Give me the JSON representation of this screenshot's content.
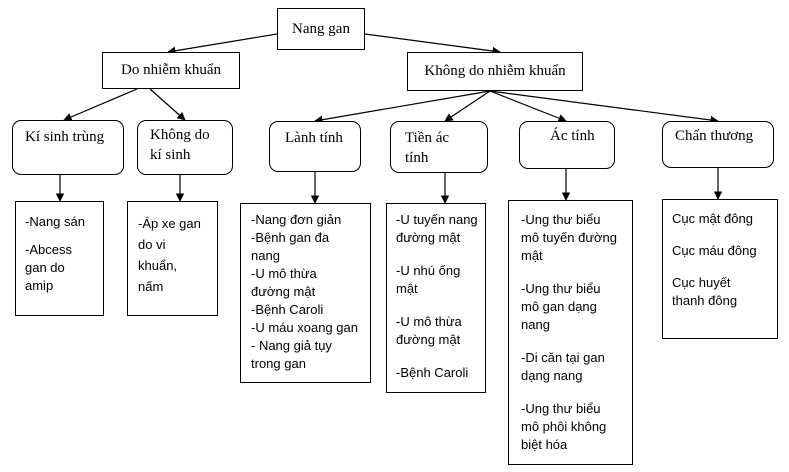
{
  "root": {
    "label": "Nang gan"
  },
  "groups": {
    "infectious": {
      "label": "Do nhiễm khuẩn"
    },
    "non_infectious": {
      "label": "Không do nhiễm khuẩn"
    }
  },
  "categories": {
    "parasite": {
      "label": "Kí sinh trùng"
    },
    "non_parasite": {
      "line1": "Không do",
      "line2": "kí sinh"
    },
    "benign": {
      "label": "Lành tính"
    },
    "premalignant": {
      "line1": "Tiền ác",
      "line2": "tính"
    },
    "malignant": {
      "label": "Ác tính"
    },
    "trauma": {
      "label": "Chấn  thương"
    }
  },
  "leaves": {
    "parasite": [
      "-Nang sán",
      "",
      "-Abcess",
      "gan do",
      "amip"
    ],
    "non_parasite": [
      "-Áp xe gan",
      "do vi",
      "khuẩn,",
      "nấm"
    ],
    "benign": [
      "-Nang đơn giản",
      "-Bệnh gan đa",
      "nang",
      "-U mô thừa",
      "đường mật",
      "-Bệnh Caroli",
      "-U máu xoang gan",
      "- Nang giả tụy",
      "trong gan"
    ],
    "premalignant": [
      "-U tuyến nang",
      "đường mật",
      "",
      "-U nhú ống",
      "mật",
      "",
      "-U mô thừa",
      "đường mật",
      "",
      "-Bệnh Caroli"
    ],
    "malignant": [
      "-Ung thư biểu",
      "mô tuyến đường",
      "mật",
      "",
      "-Ung thư biểu",
      "mô gan dạng",
      "nang",
      "",
      "-Di căn tại gan",
      "dạng nang",
      "",
      "-Ung thư biểu",
      "mô phôi  không",
      "biệt hóa"
    ],
    "trauma": [
      "Cục mật đông",
      "",
      "Cục máu đông",
      "",
      "Cục huyết",
      "thanh đông"
    ]
  }
}
